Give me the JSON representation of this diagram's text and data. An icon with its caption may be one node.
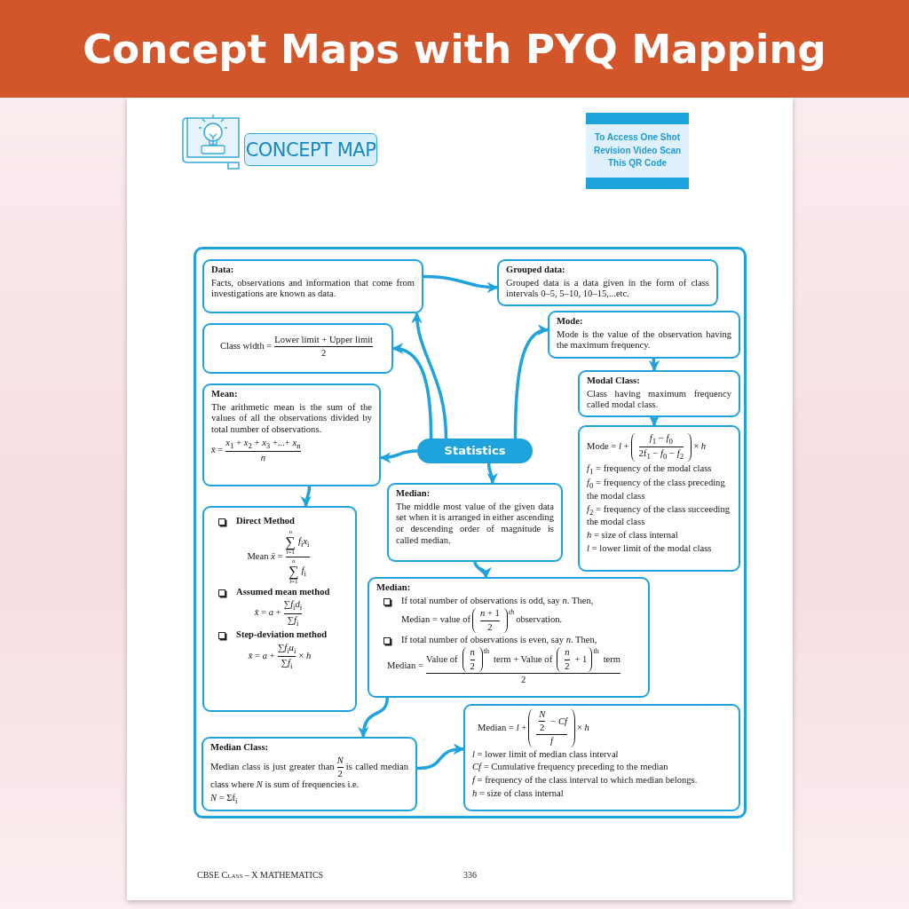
{
  "diagram": {
    "title": "Concept Maps with PYQ Mapping",
    "nodes": [
      {
        "text": [
          "Data:",
          "Facts, observations and information that come from investigations are known as data."
        ]
      },
      {
        "text": [
          "Grouped data:",
          "Grouped data is a data given in the form of class intervals 0–5, 5–10, 10–15,...etc."
        ]
      },
      {
        "text": [
          "Class width =",
          "Lower limit + Upper limit",
          "2"
        ]
      },
      {
        "text": [
          "Mode:",
          "Mode is the value of the observation having the maximum frequency."
        ]
      },
      {
        "text": [
          "Mean:",
          "The arithmetic mean is the sum of the values of all the observations divided by total number of observations.",
          "*x̄* =",
          "*x*$_{1}$ + *x*$_{2}$ + *x*$_{3}$ +...+ *x*$_{n}$",
          "*n*"
        ]
      },
      {
        "text": [
          "Statistics"
        ]
      },
      {
        "text": [
          "Modal Class:",
          "Class having maximum frequency called modal class."
        ]
      },
      {
        "text": [
          "Mode = *l* +",
          "*f*$_{1}$ − *f*$_{0}$",
          "2f$_{1}$ − *f*$_{0}$ − *f*$_{2}$",
          "× *h*",
          "*f*$_{1}$ = frequency of the modal class",
          "*f*$_{0}$ = frequency of the class preceding the modal class",
          "*f*$_{2}$ = frequency of the class succeeding the modal class",
          "*h* = size of class internal",
          "*l* = lower limit of the modal class"
        ]
      },
      {
        "text": [
          "Median:",
          "The middle most value of the given data set when it is arranged in either ascending or descending order of magnitude is called median."
        ]
      },
      {
        "text": [
          "Direct Method",
          "Mean *x̄* =",
          "*n*",
          "∑",
          "*i*=1",
          "*f*$_{i}$*x*$_{i}$",
          "*n*",
          "∑",
          "*i*=1",
          "*f*$_{i}$",
          "Assumed mean method",
          "*x̄* = *a* +",
          "∑*f*$_{i}$*d*$_{i}$",
          "∑*f*$_{i}$",
          "Step-deviation method",
          "*x̄* = *a* +",
          "∑*f*$_{i}$*u*$_{i}$",
          "∑*f*$_{i}$",
          "× *h*"
        ]
      },
      {
        "text": [
          "Median:",
          "If total number of observations is odd, say *n*. Then,",
          "Median = value of",
          "*n* + 1",
          "2",
          "*th*",
          "observation.",
          "If total number of observations is even, say *n*. Then,",
          "Median =",
          "Value of",
          "*n*",
          "2",
          "th",
          "term + Value of",
          "*n*",
          "2",
          "+ 1",
          "th",
          "term",
          "2"
        ]
      },
      {
        "text": [
          "Median Class:",
          "Median class is just greater than",
          "*N*",
          "2",
          "is called median class where *N* is sum of frequencies i.e.",
          "*N* = Σf$_{i}$"
        ]
      },
      {
        "text": [
          "Median = *l* +",
          "*N*",
          "2",
          "− *Cf*",
          "*f*",
          "× *h*",
          "*l* = lower limit of median class interval",
          "*Cf* = Cumulative frequency preceding to the median",
          "*f* = frequency of the class interval to which median belongs.",
          "*h* = size of class internal"
        ]
      }
    ],
    "edges": [
      {
        "from": 0,
        "to": 1,
        "arrow": "to"
      },
      {
        "from": 5,
        "to": 0,
        "arrow": "to"
      },
      {
        "from": 5,
        "to": 2,
        "arrow": "to"
      },
      {
        "from": 5,
        "to": 4,
        "arrow": "to"
      },
      {
        "from": 5,
        "to": 3,
        "arrow": "to"
      },
      {
        "from": 5,
        "to": 8,
        "arrow": "to"
      },
      {
        "from": 3,
        "to": 6,
        "arrow": "to"
      },
      {
        "from": 6,
        "to": 7,
        "arrow": "to"
      },
      {
        "from": 4,
        "to": 9,
        "arrow": "to"
      },
      {
        "from": 8,
        "to": 10,
        "arrow": "to"
      },
      {
        "from": 10,
        "to": 11,
        "arrow": "to"
      },
      {
        "from": 11,
        "to": 12,
        "arrow": "to"
      }
    ],
    "labels": [
      "CONCEPT MAP",
      "To Access One Shot Revision Video Scan This QR Code",
      "CBSE Class – X MATHEMATICS",
      "336"
    ]
  }
}
